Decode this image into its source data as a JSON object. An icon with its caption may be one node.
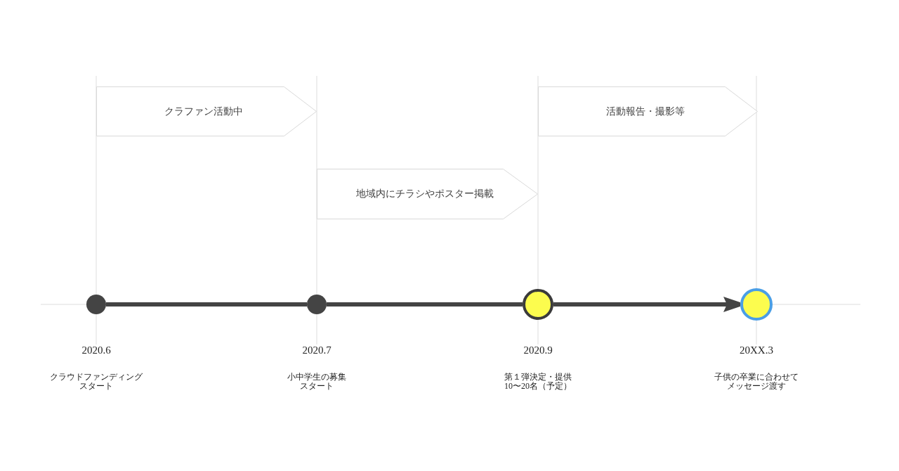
{
  "diagram": {
    "nodes": [
      {
        "text": [
          "クラファン活動中"
        ]
      },
      {
        "text": [
          "地域内にチラシやポスター掲載"
        ]
      },
      {
        "text": [
          "活動報告・撮影等"
        ]
      },
      {
        "text": [],
        "shape": "circle",
        "beside": [
          "2020.6",
          "クラウドファンディングスタート"
        ]
      },
      {
        "text": [],
        "shape": "circle",
        "beside": [
          "2020.7",
          "小中学生の募集スタート"
        ]
      },
      {
        "text": [],
        "shape": "circle",
        "beside": [
          "2020.9",
          "第１弾決定・提供10〜20名（予定）"
        ]
      },
      {
        "text": [],
        "shape": "circle",
        "beside": [
          "20XX.3",
          "子供の卒業に合わせてメッセージ渡す"
        ]
      }
    ],
    "edges": [
      {
        "from": 3,
        "to": 4,
        "arrow": "none"
      },
      {
        "from": 4,
        "to": 5,
        "arrow": "none"
      },
      {
        "from": 5,
        "to": 6,
        "arrow": "to"
      }
    ]
  }
}
